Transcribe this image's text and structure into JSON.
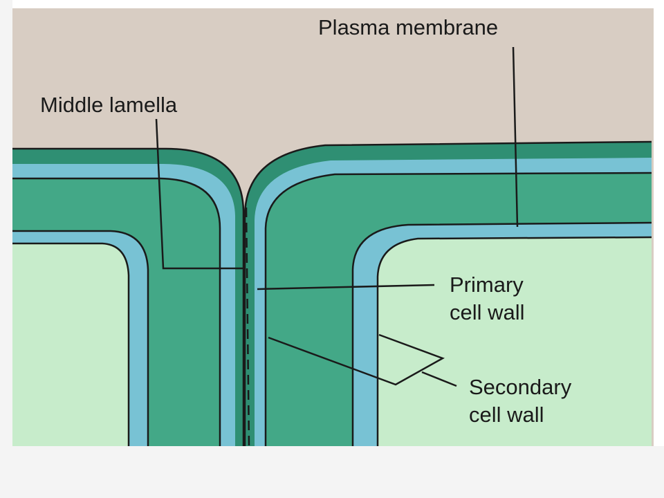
{
  "labels": {
    "plasma_membrane": "Plasma membrane",
    "middle_lamella": "Middle lamella",
    "primary_line1": "Primary",
    "primary_line2": "cell wall",
    "secondary_line1": "Secondary",
    "secondary_line2": "cell wall"
  },
  "colors": {
    "background": "#d8cdc3",
    "frame": "#ffffff",
    "dark_green": "#2f8f73",
    "mid_green": "#43a887",
    "light_blue": "#78c2d4",
    "cytoplasm": "#c7eccb",
    "line": "#1a1a1a"
  }
}
